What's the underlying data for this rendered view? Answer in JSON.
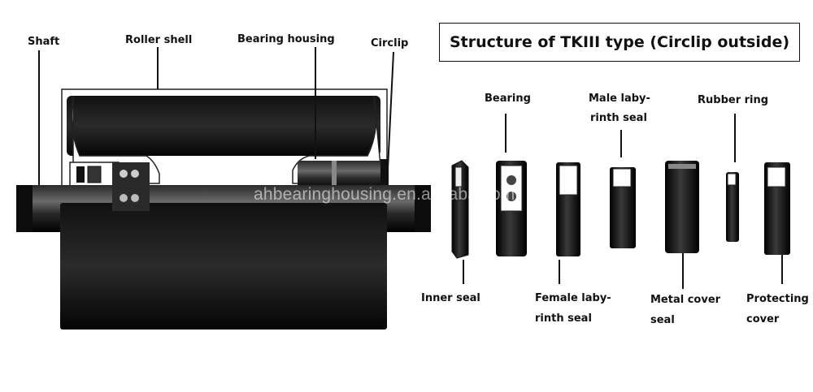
{
  "title": "Structure of TKIII type (Circlip outside)",
  "watermark": "ahbearinghousing.en.alibaba.com",
  "labels": {
    "shaft": "Shaft",
    "roller_shell": "Roller shell",
    "bearing_housing": "Bearing housing",
    "circlip": "Circlip",
    "bearing": "Bearing",
    "male_seal_line1": "Male laby-",
    "male_seal_line2": "rinth seal",
    "rubber_ring": "Rubber ring",
    "inner_seal": "Inner seal",
    "female_seal_line1": "Female laby-",
    "female_seal_line2": "rinth seal",
    "metal_cover_line1": "Metal cover",
    "metal_cover_line2": "seal",
    "protecting_line1": "Protecting",
    "protecting_line2": "cover"
  }
}
